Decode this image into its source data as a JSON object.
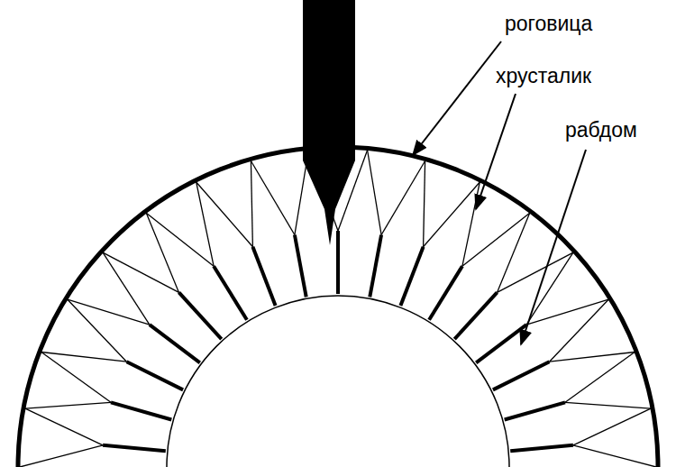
{
  "diagram": {
    "labels": [
      "роговица",
      "хрусталик",
      "рабдом"
    ]
  }
}
